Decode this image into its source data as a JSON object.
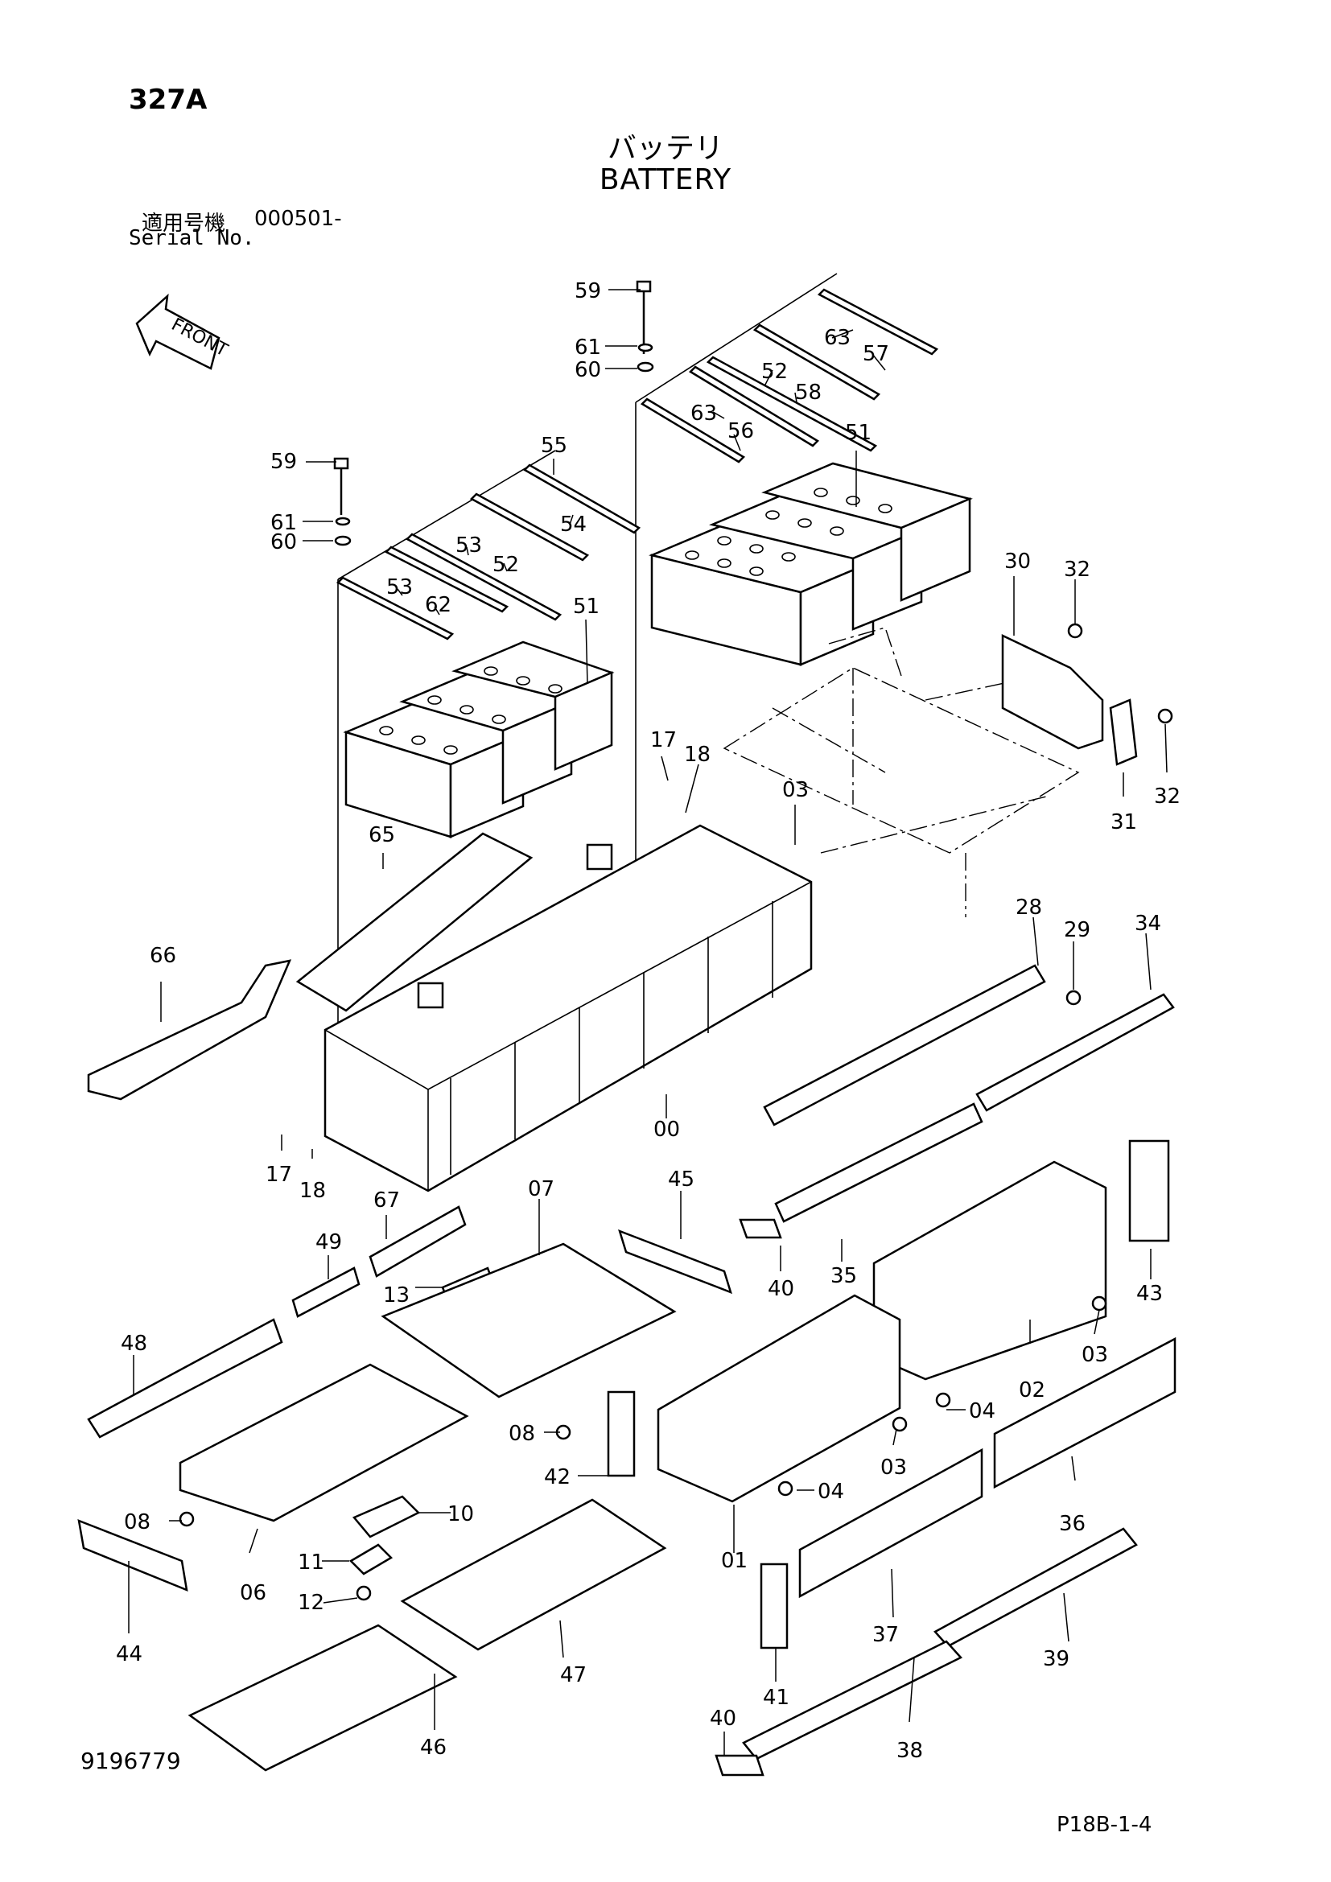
{
  "header": {
    "page_code": "327A",
    "title_jp": "バッテリ",
    "title_en": "BATTERY",
    "serial_label_jp": "適用号機",
    "serial_value": "000501-",
    "serial_label_en": "Serial No."
  },
  "direction_arrow": {
    "label": "FRONT",
    "icon": "front-arrow-icon"
  },
  "callouts": {
    "p59a": "59",
    "p61a": "61",
    "p60a": "60",
    "p63a": "63",
    "p57": "57",
    "p52a": "52",
    "p58": "58",
    "p63b": "63",
    "p56": "56",
    "p51a": "51",
    "p59b": "59",
    "p61b": "61",
    "p60b": "60",
    "p55": "55",
    "p54": "54",
    "p53a": "53",
    "p52b": "52",
    "p53b": "53",
    "p62": "62",
    "p51b": "51",
    "p30": "30",
    "p32a": "32",
    "p32b": "32",
    "p31": "31",
    "p17a": "17",
    "p18a": "18",
    "p03a": "03",
    "p65": "65",
    "p66": "66",
    "p28": "28",
    "p29": "29",
    "p34": "34",
    "p00": "00",
    "p17b": "17",
    "p18b": "18",
    "p67": "67",
    "p07": "07",
    "p45": "45",
    "p49": "49",
    "p13": "13",
    "p48": "48",
    "p40a": "40",
    "p35": "35",
    "p43": "43",
    "p03b": "03",
    "p02": "02",
    "p04a": "04",
    "p08a": "08",
    "p42": "42",
    "p03c": "03",
    "p04b": "04",
    "p08b": "08",
    "p10": "10",
    "p11": "11",
    "p12": "12",
    "p06": "06",
    "p01": "01",
    "p44": "44",
    "p36": "36",
    "p37": "37",
    "p47": "47",
    "p39": "39",
    "p41": "41",
    "p40b": "40",
    "p46": "46",
    "p38": "38"
  },
  "footer": {
    "figure_number": "9196779",
    "page_ref": "P18B-1-4"
  }
}
